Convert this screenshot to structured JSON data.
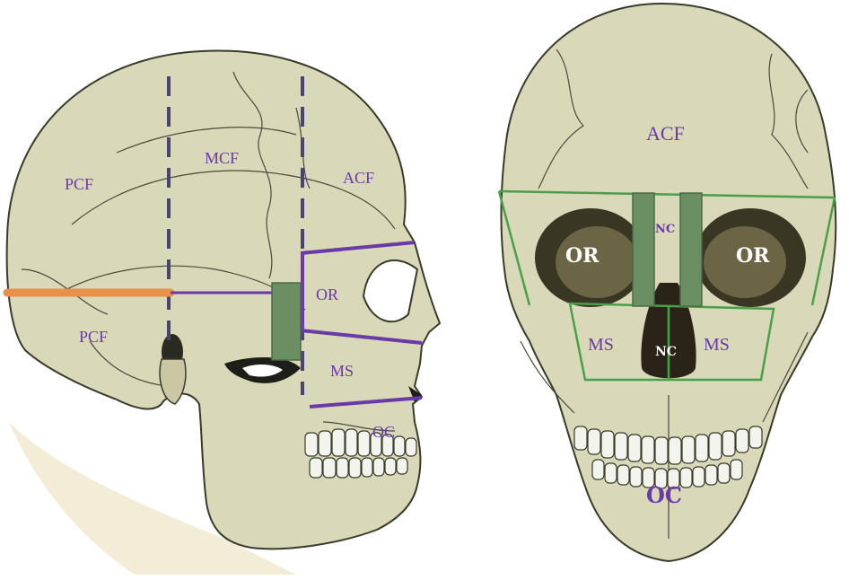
{
  "lateral_view": {
    "labels": {
      "pcf_upper": "PCF",
      "pcf_lower": "PCF",
      "mcf": "MCF",
      "acf": "ACF",
      "or": "OR",
      "ms": "MS",
      "oc": "OC"
    }
  },
  "frontal_view": {
    "labels": {
      "acf": "ACF",
      "or_right": "OR",
      "or_left": "OR",
      "nc_upper": "NC",
      "nc_lower": "NC",
      "ms_right": "MS",
      "ms_left": "MS",
      "oc": "OC"
    }
  },
  "colors": {
    "label_purple": "#6a3aa8",
    "region_line_purple": "#6a3aa8",
    "dashed_line": "#4a4570",
    "orange_bar": "#e8914a",
    "implant_green": "#6b8f63",
    "frontal_green_outline": "#4aa04a",
    "bone": "#d9d8b8",
    "outline": "#3a3a2a"
  }
}
